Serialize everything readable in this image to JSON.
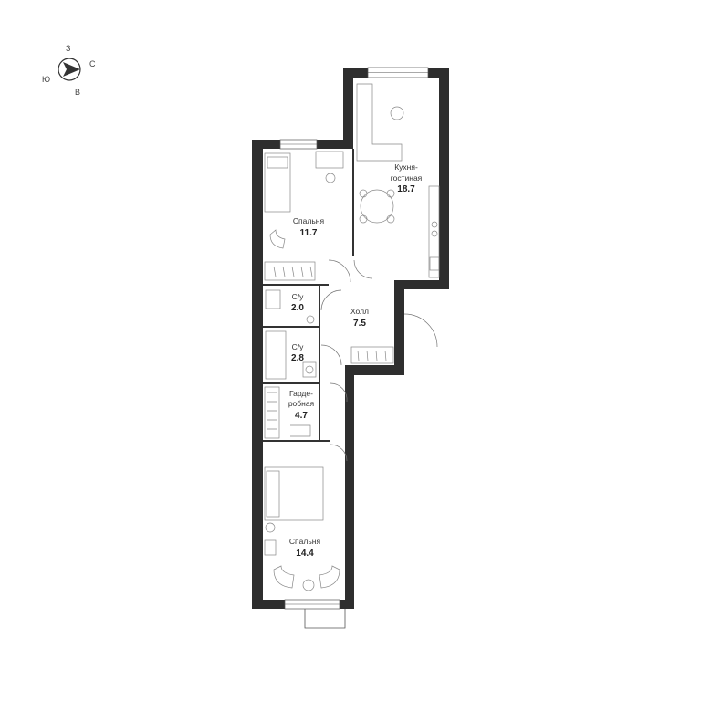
{
  "compass": {
    "north": "З",
    "east": "С",
    "south": "В",
    "west": "Ю"
  },
  "rooms": {
    "kitchen": {
      "name_line1": "Кухня-",
      "name_line2": "гостиная",
      "area": "18.7"
    },
    "bedroom_top": {
      "name": "Спальня",
      "area": "11.7"
    },
    "bath1": {
      "name": "С/у",
      "area": "2.0"
    },
    "bath2": {
      "name": "С/у",
      "area": "2.8"
    },
    "hall": {
      "name": "Холл",
      "area": "7.5"
    },
    "wardrobe": {
      "name_line1": "Гарде-",
      "name_line2": "робная",
      "area": "4.7"
    },
    "bedroom_bottom": {
      "name": "Спальня",
      "area": "14.4"
    }
  },
  "colors": {
    "wall": "#2e2e2e",
    "line": "#555555",
    "furniture": "#888888"
  }
}
